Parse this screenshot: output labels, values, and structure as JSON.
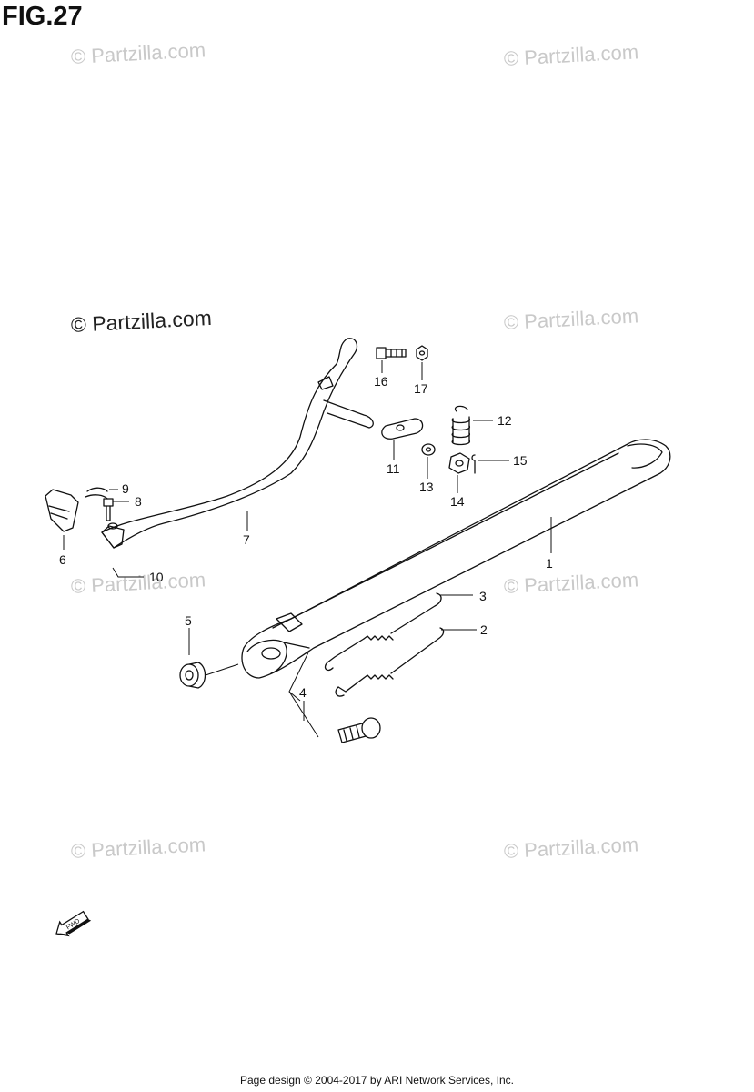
{
  "figure": {
    "title": "FIG.27"
  },
  "watermarks": [
    {
      "text": "© Partzilla.com",
      "strong": false
    },
    {
      "text": "© Partzilla.com",
      "strong": false
    },
    {
      "text": "© Partzilla.com",
      "strong": true
    },
    {
      "text": "© Partzilla.com",
      "strong": false
    },
    {
      "text": "© Partzilla.com",
      "strong": false
    },
    {
      "text": "© Partzilla.com",
      "strong": false
    },
    {
      "text": "© Partzilla.com",
      "strong": false
    },
    {
      "text": "© Partzilla.com",
      "strong": false
    }
  ],
  "callouts": [
    "1",
    "2",
    "3",
    "4",
    "5",
    "6",
    "7",
    "8",
    "9",
    "10",
    "11",
    "12",
    "13",
    "14",
    "15",
    "16",
    "17"
  ],
  "fwd_arrow": {
    "text": "FWD"
  },
  "footer": {
    "text": "Page design © 2004-2017 by ARI Network Services, Inc."
  }
}
